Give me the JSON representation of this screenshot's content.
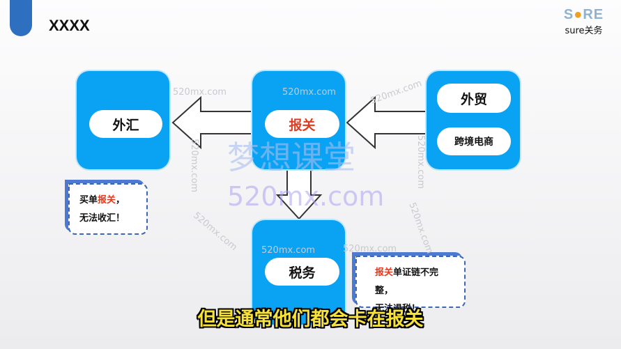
{
  "header": {
    "title": "XXXX"
  },
  "logo": {
    "text": "sure关务"
  },
  "nodes": {
    "forex": {
      "label": "外汇"
    },
    "customs": {
      "label": "报关"
    },
    "trade": {
      "label": "外贸",
      "sub": "跨境电商"
    },
    "tax": {
      "label": "税务"
    }
  },
  "notes": {
    "left": {
      "prefix": "买单",
      "highlight": "报关",
      "suffix": "，",
      "line2": "无法收汇！"
    },
    "right": {
      "highlight": "报关",
      "suffix": "单证链不完整，",
      "line2": "无法退税！"
    }
  },
  "watermark": {
    "big": "梦想课堂",
    "site": "520mx.com"
  },
  "subtitle": "但是通常他们都会卡在报关",
  "colors": {
    "box": "#0aa2f2",
    "highlight": "#e23a1e",
    "accent": "#2f6fc0",
    "subtitle": "#f7e23a"
  }
}
